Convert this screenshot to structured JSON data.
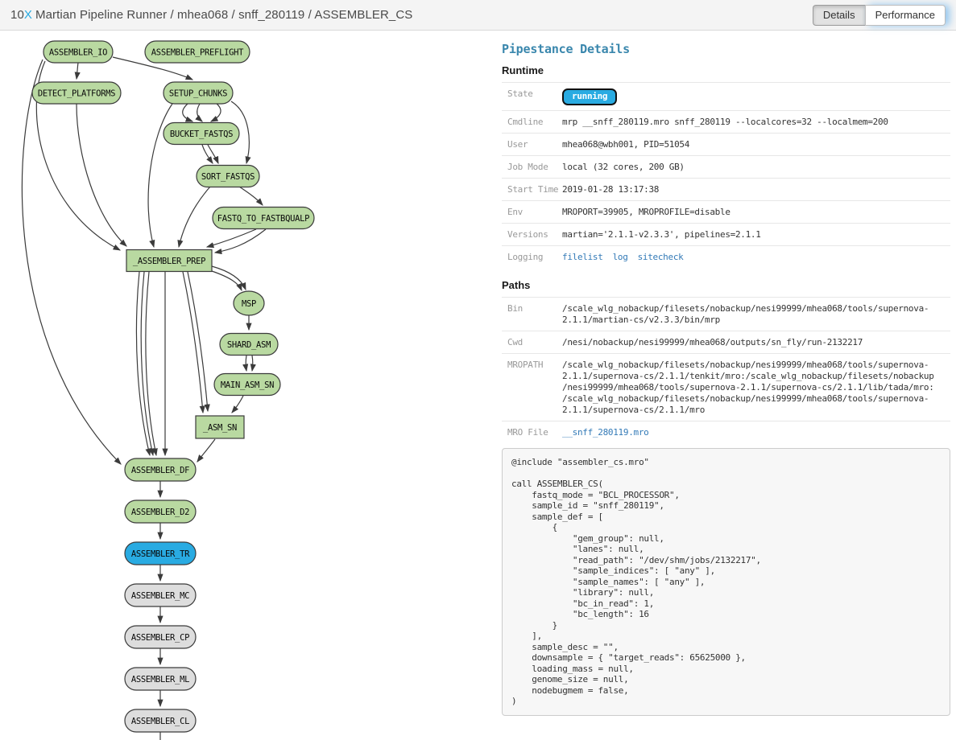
{
  "header": {
    "logo_prefix": "10",
    "logo_x": "X",
    "breadcrumb": "Martian Pipeline Runner / mhea068 / snff_280119 / ASSEMBLER_CS",
    "tabs": [
      {
        "label": "Details",
        "active": true
      },
      {
        "label": "Performance",
        "active": false
      }
    ]
  },
  "panel": {
    "title": "Pipestance Details",
    "runtime": {
      "heading": "Runtime",
      "rows": [
        {
          "label": "State",
          "badge": "running"
        },
        {
          "label": "Cmdline",
          "value": "mrp __snff_280119.mro snff_280119 --localcores=32 --localmem=200"
        },
        {
          "label": "User",
          "value": "mhea068@wbh001, PID=51054"
        },
        {
          "label": "Job Mode",
          "value": "local (32 cores, 200 GB)"
        },
        {
          "label": "Start Time",
          "value": "2019-01-28 13:17:38"
        },
        {
          "label": "Env",
          "value": "MROPORT=39905, MROPROFILE=disable"
        },
        {
          "label": "Versions",
          "value": "martian='2.1.1-v2.3.3', pipelines=2.1.1"
        },
        {
          "label": "Logging",
          "links": [
            "filelist",
            "log",
            "sitecheck"
          ]
        }
      ]
    },
    "paths": {
      "heading": "Paths",
      "rows": [
        {
          "label": "Bin",
          "wrap": true,
          "value": "/scale_wlg_nobackup/filesets/nobackup/nesi99999/mhea068/tools/supernova-2.1.1/martian-cs/v2.3.3/bin/mrp"
        },
        {
          "label": "Cwd",
          "wrap": true,
          "value": "/nesi/nobackup/nesi99999/mhea068/outputs/sn_fly/run-2132217"
        },
        {
          "label": "MROPATH",
          "wrap": true,
          "value": "/scale_wlg_nobackup/filesets/nobackup/nesi99999/mhea068/tools/supernova-2.1.1/supernova-cs/2.1.1/tenkit/mro:/scale_wlg_nobackup/filesets/nobackup/nesi99999/mhea068/tools/supernova-2.1.1/supernova-cs/2.1.1/lib/tada/mro:/scale_wlg_nobackup/filesets/nobackup/nesi99999/mhea068/tools/supernova-2.1.1/supernova-cs/2.1.1/mro"
        },
        {
          "label": "MRO File",
          "link": "__snff_280119.mro"
        }
      ]
    },
    "mro_source": "@include \"assembler_cs.mro\"\n\ncall ASSEMBLER_CS(\n    fastq_mode = \"BCL_PROCESSOR\",\n    sample_id = \"snff_280119\",\n    sample_def = [\n        {\n            \"gem_group\": null,\n            \"lanes\": null,\n            \"read_path\": \"/dev/shm/jobs/2132217\",\n            \"sample_indices\": [ \"any\" ],\n            \"sample_names\": [ \"any\" ],\n            \"library\": null,\n            \"bc_in_read\": 1,\n            \"bc_length\": 16\n        }\n    ],\n    sample_desc = \"\",\n    downsample = { \"target_reads\": 65625000 },\n    loading_mass = null,\n    genome_size = null,\n    nodebugmem = false,\n)"
  },
  "graph": {
    "state_colors": {
      "done": "#b9d9a1",
      "running": "#29abe2",
      "waiting": "#dddddd"
    },
    "nodes": [
      {
        "id": "ASSEMBLER_IO",
        "label": "ASSEMBLER_IO",
        "shape": "pill",
        "state": "done"
      },
      {
        "id": "ASSEMBLER_PREFLIGHT",
        "label": "ASSEMBLER_PREFLIGHT",
        "shape": "pill",
        "state": "done"
      },
      {
        "id": "DETECT_PLATFORMS",
        "label": "DETECT_PLATFORMS",
        "shape": "pill",
        "state": "done"
      },
      {
        "id": "SETUP_CHUNKS",
        "label": "SETUP_CHUNKS",
        "shape": "pill",
        "state": "done"
      },
      {
        "id": "BUCKET_FASTQS",
        "label": "BUCKET_FASTQS",
        "shape": "pill",
        "state": "done"
      },
      {
        "id": "SORT_FASTQS",
        "label": "SORT_FASTQS",
        "shape": "pill",
        "state": "done"
      },
      {
        "id": "FASTQ_TO_FASTBQUALP",
        "label": "FASTQ_TO_FASTBQUALP",
        "shape": "pill",
        "state": "done"
      },
      {
        "id": "_ASSEMBLER_PREP",
        "label": "_ASSEMBLER_PREP",
        "shape": "rect",
        "state": "done"
      },
      {
        "id": "MSP",
        "label": "MSP",
        "shape": "ellipse",
        "state": "done"
      },
      {
        "id": "SHARD_ASM",
        "label": "SHARD_ASM",
        "shape": "pill",
        "state": "done"
      },
      {
        "id": "MAIN_ASM_SN",
        "label": "MAIN_ASM_SN",
        "shape": "pill",
        "state": "done"
      },
      {
        "id": "_ASM_SN",
        "label": "_ASM_SN",
        "shape": "rect",
        "state": "done"
      },
      {
        "id": "ASSEMBLER_DF",
        "label": "ASSEMBLER_DF",
        "shape": "pill",
        "state": "done"
      },
      {
        "id": "ASSEMBLER_D2",
        "label": "ASSEMBLER_D2",
        "shape": "pill",
        "state": "done"
      },
      {
        "id": "ASSEMBLER_TR",
        "label": "ASSEMBLER_TR",
        "shape": "pill",
        "state": "running"
      },
      {
        "id": "ASSEMBLER_MC",
        "label": "ASSEMBLER_MC",
        "shape": "pill",
        "state": "waiting"
      },
      {
        "id": "ASSEMBLER_CP",
        "label": "ASSEMBLER_CP",
        "shape": "pill",
        "state": "waiting"
      },
      {
        "id": "ASSEMBLER_ML",
        "label": "ASSEMBLER_ML",
        "shape": "pill",
        "state": "waiting"
      },
      {
        "id": "ASSEMBLER_CL",
        "label": "ASSEMBLER_CL",
        "shape": "pill",
        "state": "waiting"
      }
    ],
    "edges": [
      {
        "from": "ASSEMBLER_IO",
        "to": "DETECT_PLATFORMS",
        "count": 1
      },
      {
        "from": "ASSEMBLER_IO",
        "to": "SETUP_CHUNKS",
        "count": 1
      },
      {
        "from": "ASSEMBLER_IO",
        "to": "_ASSEMBLER_PREP",
        "count": 1
      },
      {
        "from": "ASSEMBLER_IO",
        "to": "ASSEMBLER_DF",
        "count": 1
      },
      {
        "from": "DETECT_PLATFORMS",
        "to": "_ASSEMBLER_PREP",
        "count": 1
      },
      {
        "from": "SETUP_CHUNKS",
        "to": "BUCKET_FASTQS",
        "count": 3
      },
      {
        "from": "SETUP_CHUNKS",
        "to": "SORT_FASTQS",
        "count": 1
      },
      {
        "from": "SETUP_CHUNKS",
        "to": "_ASSEMBLER_PREP",
        "count": 1
      },
      {
        "from": "BUCKET_FASTQS",
        "to": "SORT_FASTQS",
        "count": 2
      },
      {
        "from": "SORT_FASTQS",
        "to": "FASTQ_TO_FASTBQUALP",
        "count": 1
      },
      {
        "from": "SORT_FASTQS",
        "to": "_ASSEMBLER_PREP",
        "count": 1
      },
      {
        "from": "FASTQ_TO_FASTBQUALP",
        "to": "_ASSEMBLER_PREP",
        "count": 2
      },
      {
        "from": "_ASSEMBLER_PREP",
        "to": "MSP",
        "count": 2
      },
      {
        "from": "MSP",
        "to": "SHARD_ASM",
        "count": 1
      },
      {
        "from": "SHARD_ASM",
        "to": "MAIN_ASM_SN",
        "count": 2
      },
      {
        "from": "MAIN_ASM_SN",
        "to": "_ASM_SN",
        "count": 1
      },
      {
        "from": "_ASSEMBLER_PREP",
        "to": "_ASM_SN",
        "count": 2
      },
      {
        "from": "_ASSEMBLER_PREP",
        "to": "ASSEMBLER_DF",
        "count": 4
      },
      {
        "from": "_ASM_SN",
        "to": "ASSEMBLER_DF",
        "count": 1
      },
      {
        "from": "ASSEMBLER_DF",
        "to": "ASSEMBLER_D2",
        "count": 1
      },
      {
        "from": "ASSEMBLER_D2",
        "to": "ASSEMBLER_TR",
        "count": 1
      },
      {
        "from": "ASSEMBLER_TR",
        "to": "ASSEMBLER_MC",
        "count": 1
      },
      {
        "from": "ASSEMBLER_MC",
        "to": "ASSEMBLER_CP",
        "count": 1
      },
      {
        "from": "ASSEMBLER_CP",
        "to": "ASSEMBLER_ML",
        "count": 1
      },
      {
        "from": "ASSEMBLER_ML",
        "to": "ASSEMBLER_CL",
        "count": 1
      },
      {
        "from": "ASSEMBLER_CL",
        "to": "",
        "count": 1
      }
    ]
  },
  "colors": {
    "accent_blue": "#29abe2",
    "link_blue": "#337ab7",
    "heading_blue": "#3a87ad",
    "node_done_green": "#b9d9a1",
    "node_waiting_gray": "#dddddd",
    "node_running_blue": "#29abe2",
    "edge_dark": "#3b3b3b"
  }
}
